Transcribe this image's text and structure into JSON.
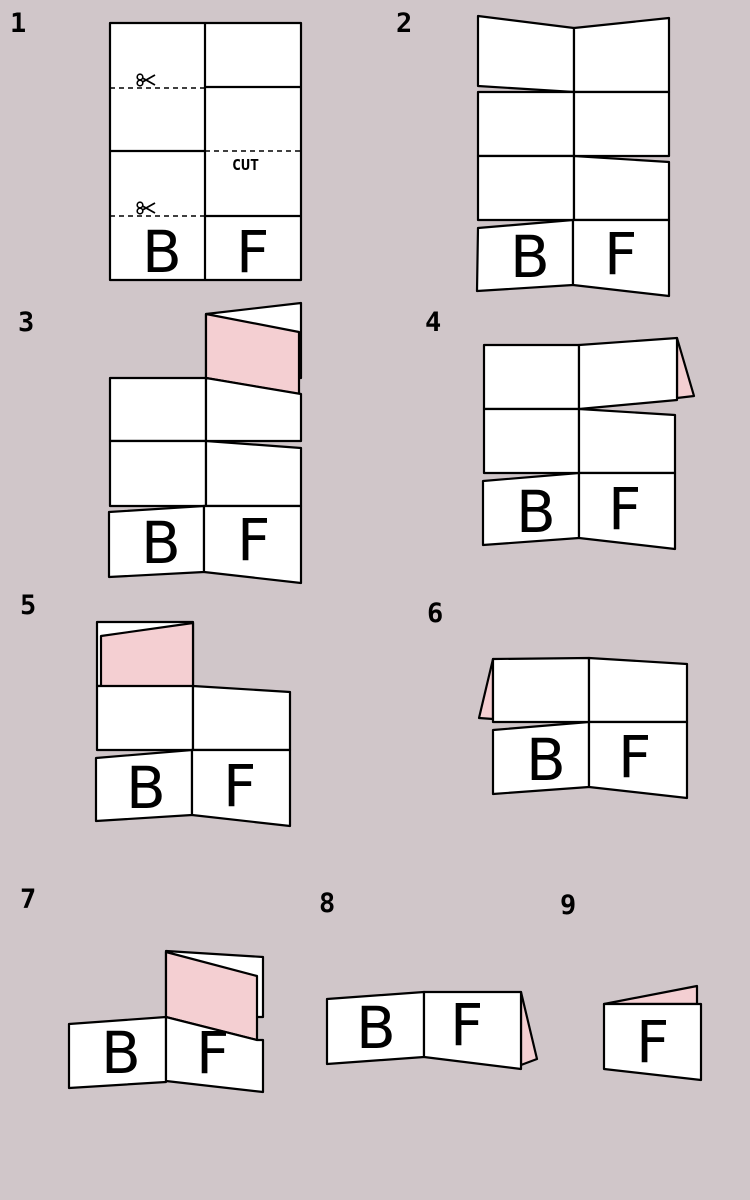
{
  "title": "",
  "colors": {
    "background": "#d0c6c9",
    "paper": "#ffffff",
    "reverse_side": "#f4cfd2",
    "stroke": "#000000"
  },
  "steps": [
    {
      "label": "1"
    },
    {
      "label": "2"
    },
    {
      "label": "3"
    },
    {
      "label": "4"
    },
    {
      "label": "5"
    },
    {
      "label": "6"
    },
    {
      "label": "7"
    },
    {
      "label": "8"
    },
    {
      "label": "9"
    }
  ],
  "page_letters": {
    "back": "B",
    "front": "F"
  },
  "cut_label": "CUT",
  "icons": [
    "scissors-icon"
  ]
}
